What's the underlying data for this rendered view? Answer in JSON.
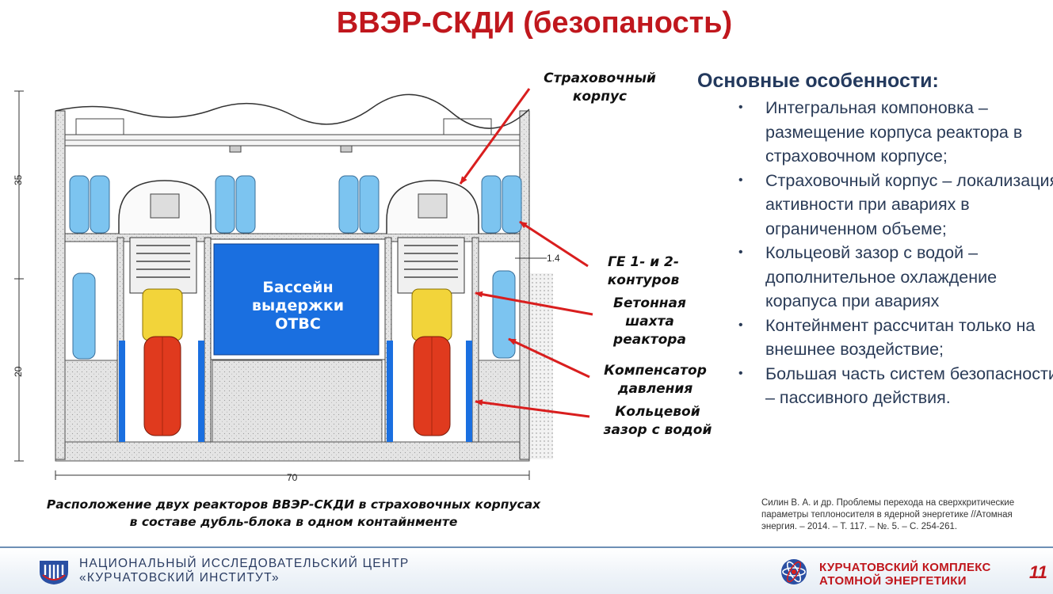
{
  "title": "ВВЭР-СКДИ (безопаность)",
  "diagram": {
    "pool_label_lines": [
      "Бассейн",
      "выдержки",
      "ОТВС"
    ],
    "callouts": {
      "containment_lines": [
        "Страховочный",
        "корпус"
      ],
      "steam_gen_lines": [
        "ГЕ 1- и 2-",
        "контуров"
      ],
      "shaft_lines": [
        "Бетонная",
        "шахта",
        "реактора"
      ],
      "pressurizer_lines": [
        "Компенсатор",
        "давления"
      ],
      "gap_lines": [
        "Кольцевой",
        "зазор с водой"
      ]
    },
    "dimensions": {
      "width": "70",
      "height_upper": "35",
      "height_lower": "20",
      "gap": "1.4"
    }
  },
  "features": {
    "title": "Основные особенности:",
    "items": [
      "Интегральная компоновка – размещение корпуса реактора в страховочном корпусе;",
      "Страховочный корпус – локализация активности при авариях в ограниченном объеме;",
      "Кольцеовй зазор с водой – дополнительное охлаждение корапуса при авариях",
      "Контейнмент рассчитан только на внешнее воздействие;",
      "Большая часть систем безопасности – пассивного действия."
    ],
    "bullet": "•"
  },
  "caption_lines": [
    "Расположение двух реакторов ВВЭР-СКДИ в страховочных корпусах",
    "в составе дубль-блока в одном контайнменте"
  ],
  "reference": "Силин В. А. и др. Проблемы перехода на сверхкритические параметры теплоносителя в ядерной энергетике //Атомная энергия. – 2014. – Т. 117. – №. 5. – С. 254-261.",
  "footer": {
    "left_line1": "НАЦИОНАЛЬНЫЙ ИССЛЕДОВАТЕЛЬСКИЙ ЦЕНТР",
    "left_line2": "«КУРЧАТОВСКИЙ ИНСТИТУТ»",
    "right_line1": "КУРЧАТОВСКИЙ КОМПЛЕКС",
    "right_line2": "АТОМНОЙ ЭНЕРГЕТИКИ",
    "page_number": "11"
  },
  "colors": {
    "title_red": "#c0171d",
    "arrow_red": "#d91e1e",
    "pool_blue": "#1a6fe0",
    "tank_blue": "#7cc4f0",
    "vessel_red": "#e03a1e",
    "pressurizer_yellow": "#f2d43a",
    "features_text": "#2a3b57"
  }
}
